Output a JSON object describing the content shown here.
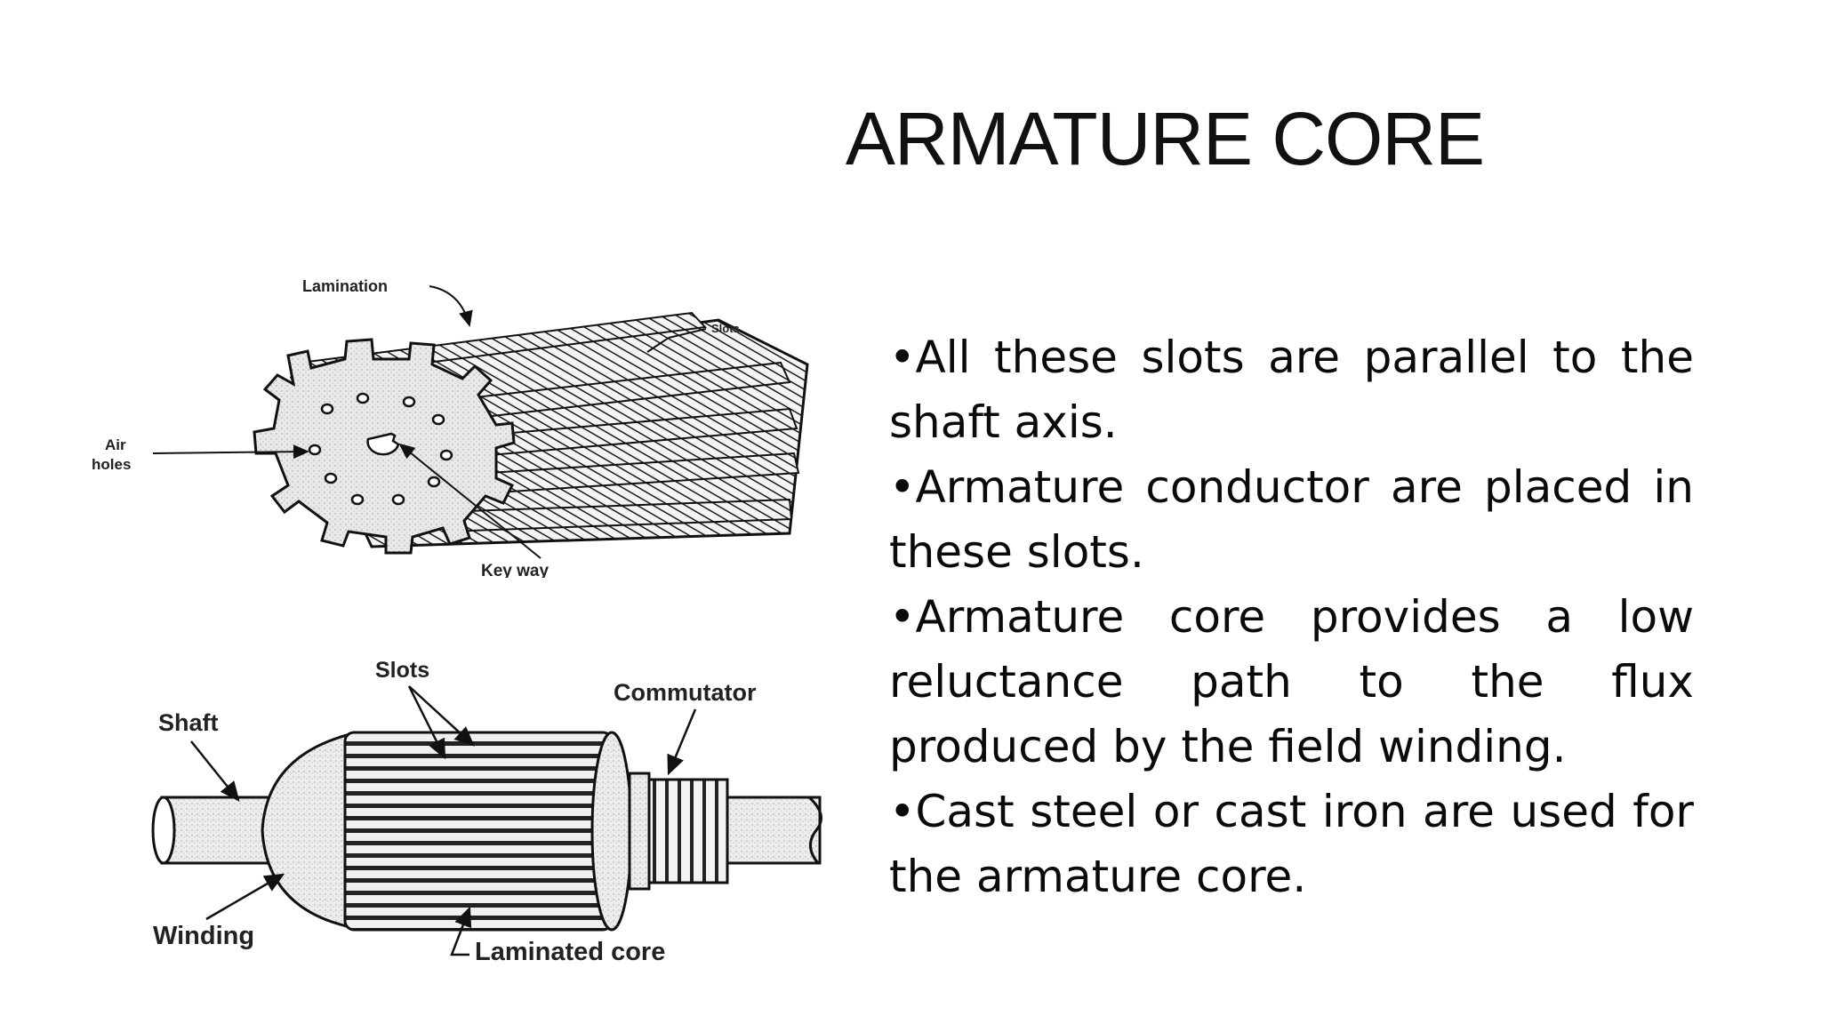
{
  "slide": {
    "title": "ARMATURE CORE",
    "bullets": [
      "All these slots are parallel to the shaft axis.",
      "Armature conductor are placed in these slots.",
      "Armature core provides a low reluctance path to the flux produced by the field winding.",
      "Cast steel or cast iron are used for the armature core."
    ]
  },
  "figure_core": {
    "labels": {
      "lamination": "Lamination",
      "slots": "Slots",
      "air": "Air",
      "holes": "holes",
      "key_way": "Key way"
    }
  },
  "figure_rotor": {
    "labels": {
      "slots": "Slots",
      "commutator": "Commutator",
      "shaft": "Shaft",
      "winding": "Winding",
      "laminated_core": "Laminated core"
    }
  }
}
